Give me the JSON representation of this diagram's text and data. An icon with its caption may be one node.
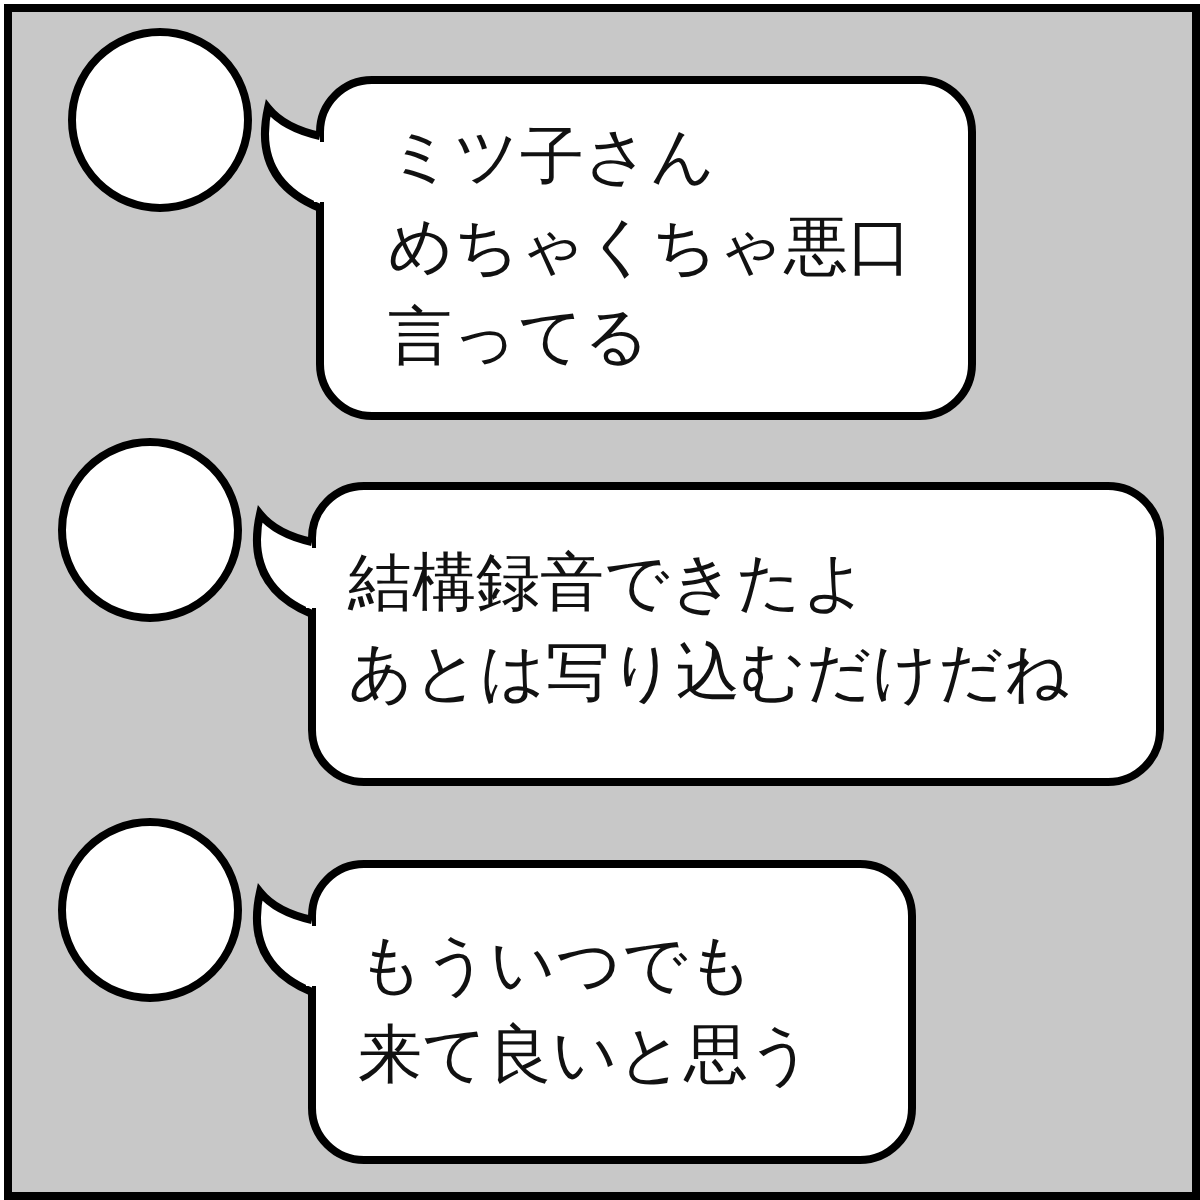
{
  "diagram": {
    "nodes": [
      {
        "text": [],
        "shape": "circle"
      },
      {
        "text": [
          "ミツ子さんめちゃくちゃ悪口言ってる"
        ]
      },
      {
        "text": [],
        "shape": "circle"
      },
      {
        "text": [
          "結構録音できたよあとは写り込むだけだね"
        ]
      },
      {
        "text": [],
        "shape": "circle"
      },
      {
        "text": [
          "もういつでも来て良いと思う"
        ]
      }
    ]
  }
}
